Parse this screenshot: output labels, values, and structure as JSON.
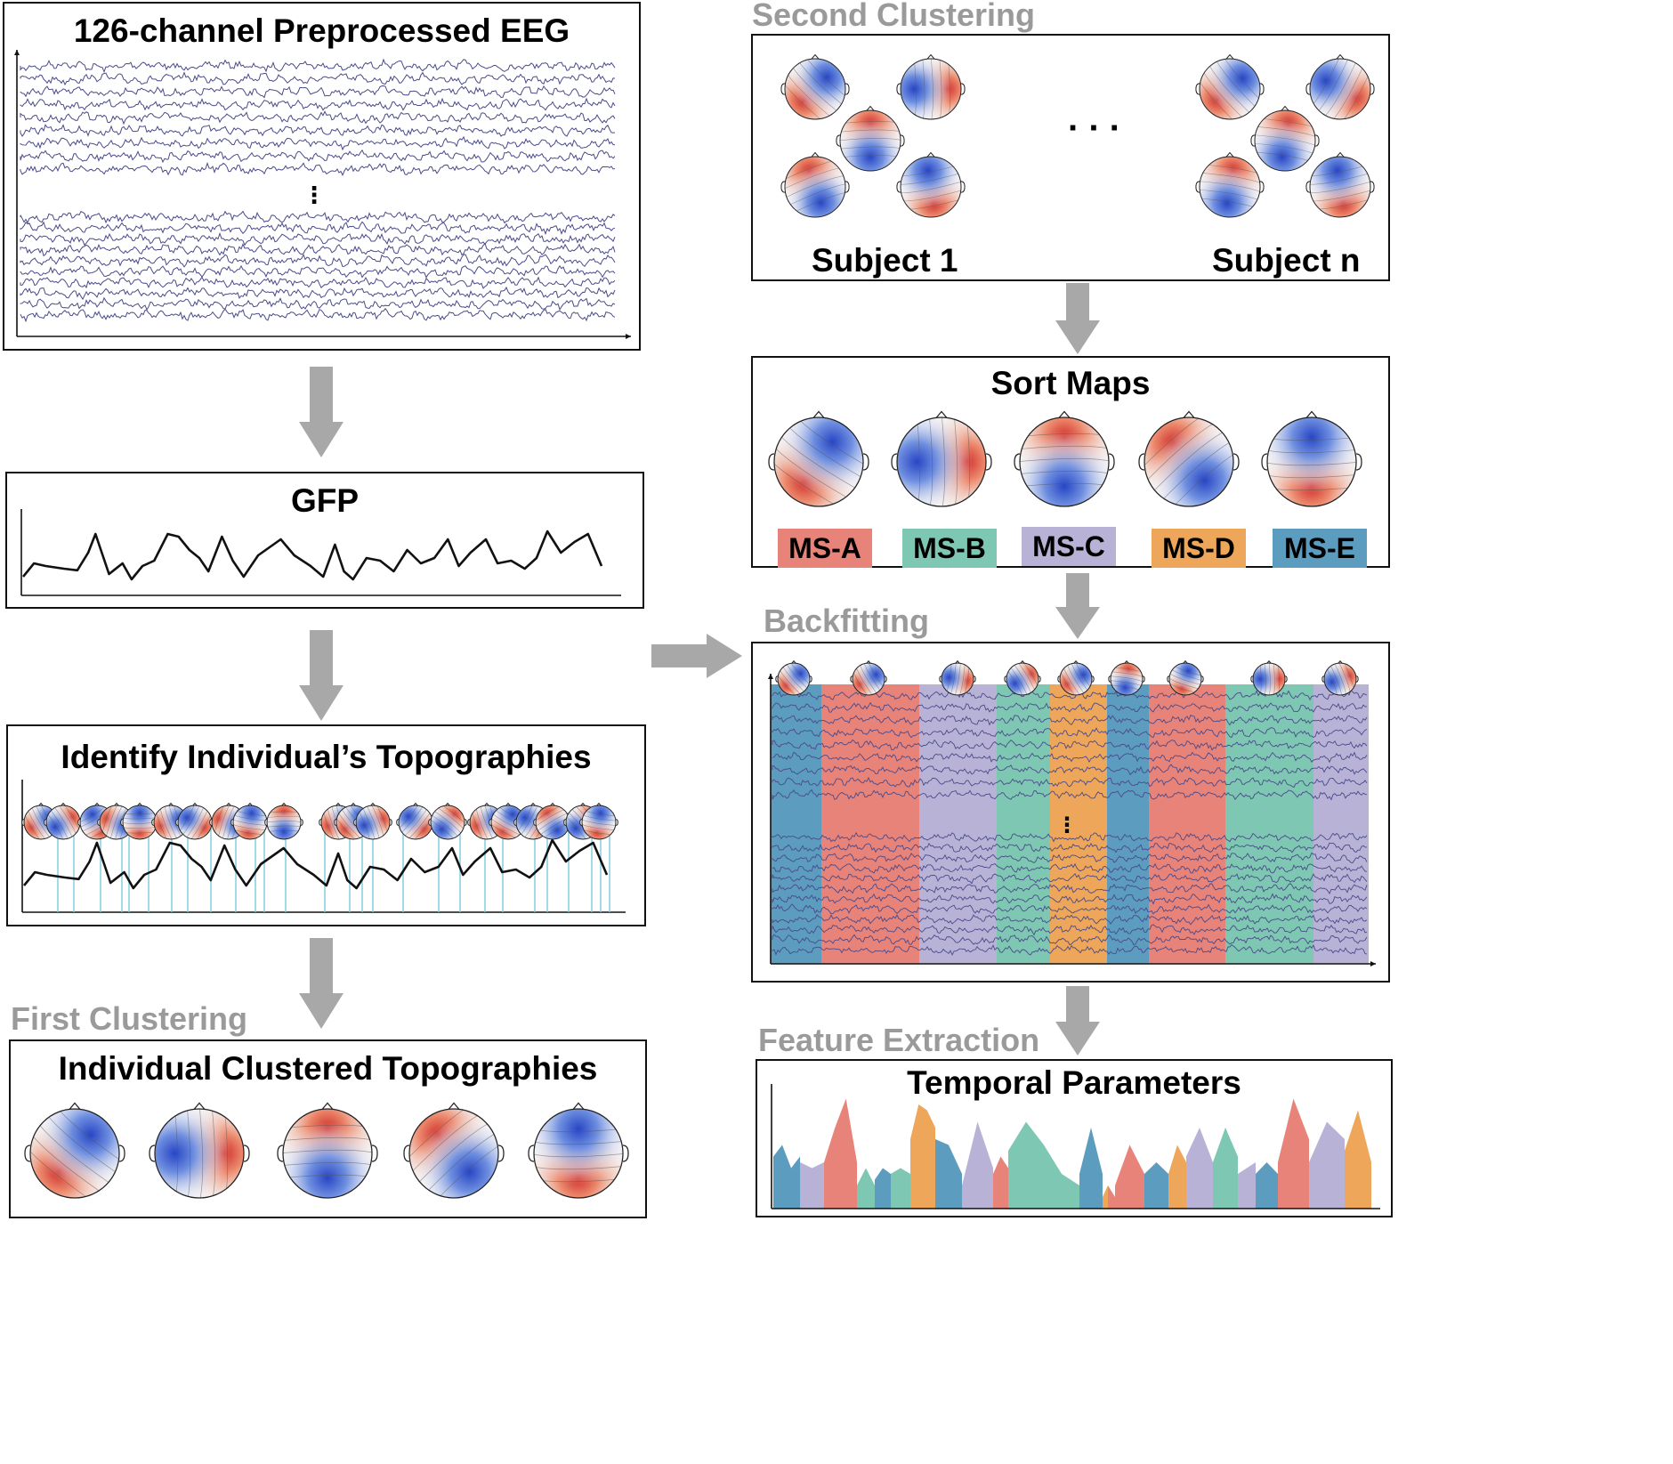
{
  "eeg_box": {
    "title": "126-channel Preprocessed EEG",
    "ellipsis": "⋮"
  },
  "gfp_box": {
    "title": "GFP"
  },
  "identify_box": {
    "title": "Identify Individual’s Topographies"
  },
  "first_clustering": {
    "label": "First Clustering",
    "box_title": "Individual Clustered Topographies"
  },
  "second_clustering": {
    "label": "Second Clustering",
    "subject_first": "Subject 1",
    "subject_last": "Subject n",
    "ellipsis": "···"
  },
  "sort_maps": {
    "title": "Sort Maps",
    "classes": [
      {
        "label": "MS-A",
        "color": "#e8837a"
      },
      {
        "label": "MS-B",
        "color": "#7ec7b3"
      },
      {
        "label": "MS-C",
        "color": "#b8b3d6"
      },
      {
        "label": "MS-D",
        "color": "#eda65a"
      },
      {
        "label": "MS-E",
        "color": "#5b9cbf"
      }
    ]
  },
  "backfitting": {
    "label": "Backfitting",
    "ellipsis": "⋮"
  },
  "feature_extraction": {
    "label": "Feature Extraction",
    "box_title": "Temporal Parameters"
  },
  "colors": {
    "arrow": "#a8a8a8",
    "eeg_trace": "#4a4a8a",
    "red": "#d94a3a",
    "blue": "#3a5fc8"
  }
}
